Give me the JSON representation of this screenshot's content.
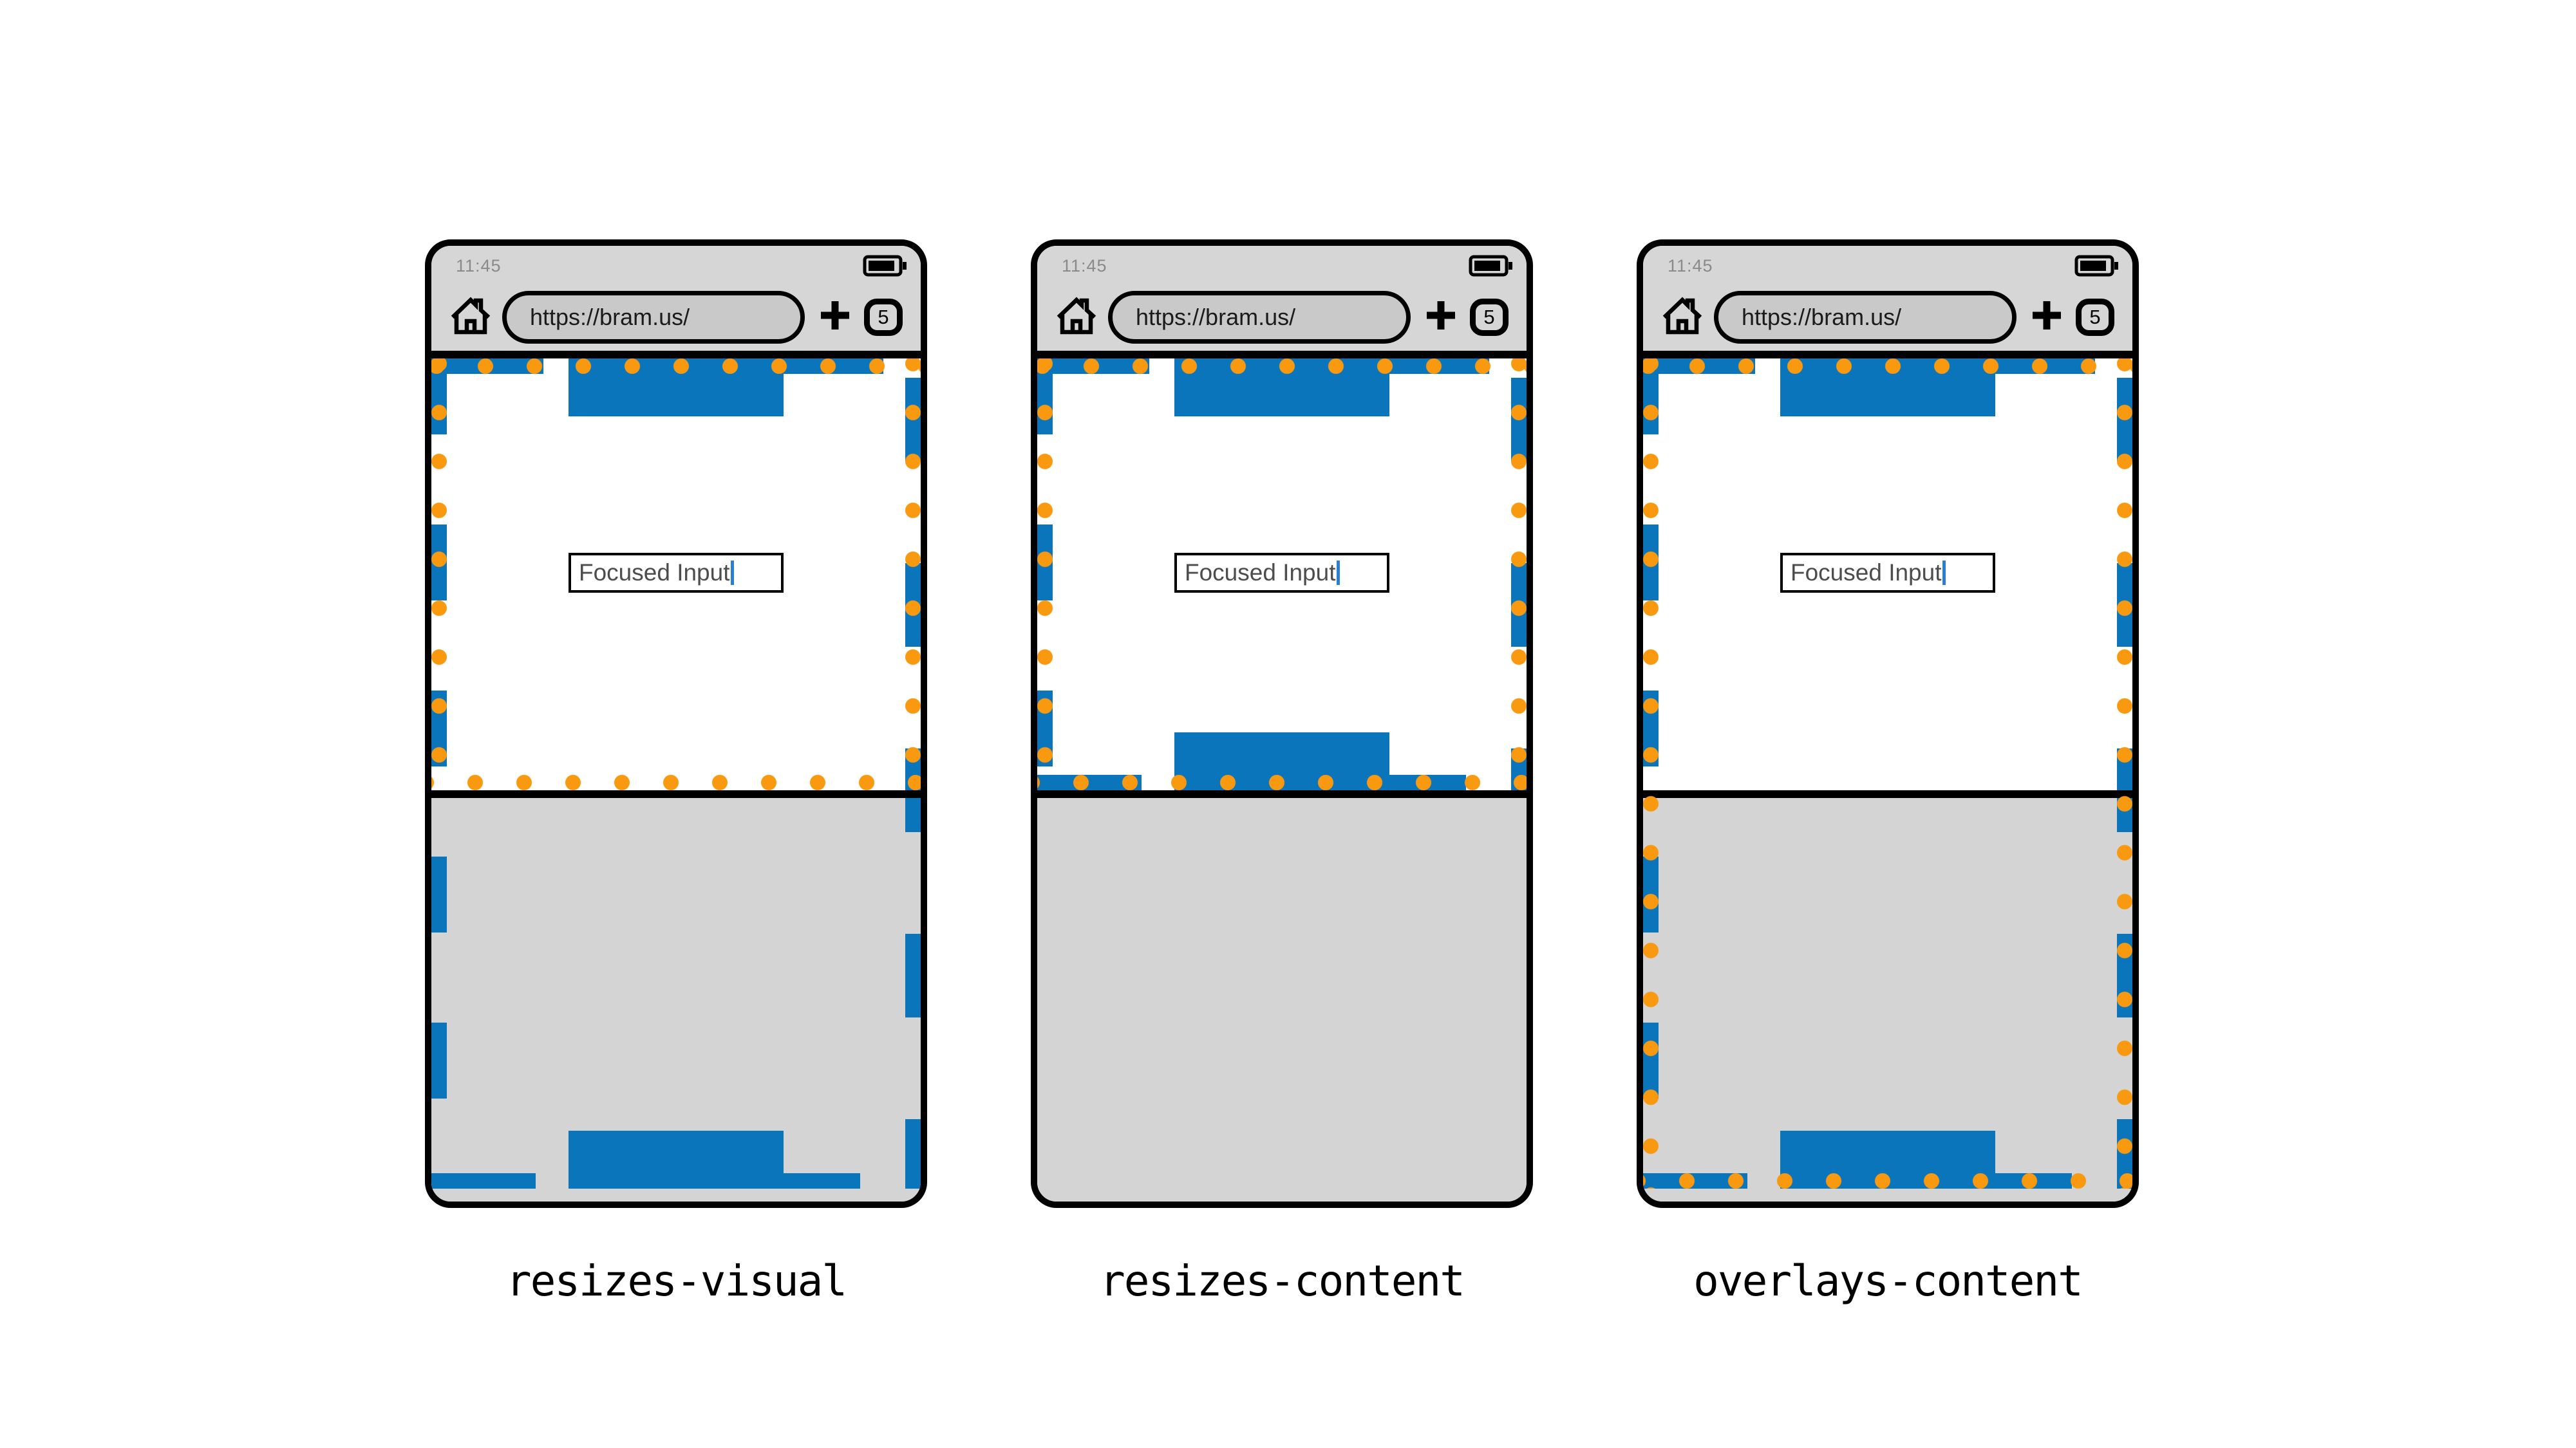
{
  "phones": [
    {
      "label": "resizes-visual"
    },
    {
      "label": "resizes-content"
    },
    {
      "label": "overlays-content"
    }
  ],
  "chrome": {
    "time": "11:45",
    "url": "https://bram.us/",
    "tab_count": "5"
  },
  "page": {
    "input_value": "Focused Input"
  },
  "icons": {
    "home": "home-icon",
    "battery": "battery-icon",
    "plus": "plus-icon",
    "tab_counter": "tab-counter-button"
  },
  "colors": {
    "blue": "#0b75bc",
    "orange": "#f89910",
    "chrome_gray": "#d6d6d6",
    "keyboard_gray": "#d4d4d4",
    "pill_gray": "#c9c9c9",
    "status_text": "#8a8a8a",
    "url_text": "#1b1b1b",
    "input_text": "#4d4d4d",
    "caret": "#2b7fd0",
    "frame_black": "#000000",
    "page_white": "#ffffff"
  }
}
